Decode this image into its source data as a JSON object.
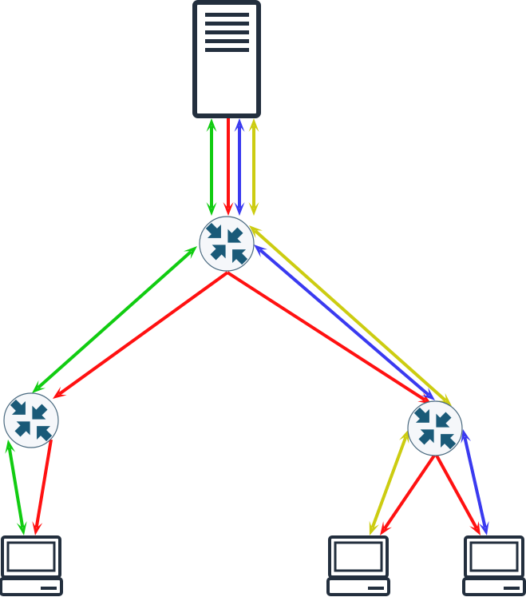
{
  "colors": {
    "green": "#11cc11",
    "red": "#ff1111",
    "blue": "#3a3af0",
    "yellow": "#cccc11",
    "device": "#232f3e",
    "router_fill": "#f5f7fa",
    "router_stroke": "#4a6a80",
    "router_arrow": "#1a5a78"
  },
  "nodes": [
    {
      "id": "server",
      "type": "server",
      "icon": "server-icon"
    },
    {
      "id": "router-core",
      "type": "router",
      "icon": "router-icon"
    },
    {
      "id": "router-left",
      "type": "router",
      "icon": "router-icon"
    },
    {
      "id": "router-right",
      "type": "router",
      "icon": "router-icon"
    },
    {
      "id": "client-1",
      "type": "computer",
      "icon": "computer-icon"
    },
    {
      "id": "client-2",
      "type": "computer",
      "icon": "computer-icon"
    },
    {
      "id": "client-3",
      "type": "computer",
      "icon": "computer-icon"
    }
  ],
  "links": [
    {
      "from": "router-core",
      "to": "server",
      "color": "green",
      "direction": "both"
    },
    {
      "from": "server",
      "to": "router-core",
      "color": "red",
      "direction": "one-way"
    },
    {
      "from": "router-core",
      "to": "server",
      "color": "blue",
      "direction": "both"
    },
    {
      "from": "router-core",
      "to": "server",
      "color": "yellow",
      "direction": "both"
    },
    {
      "from": "router-left",
      "to": "router-core",
      "color": "green",
      "direction": "both"
    },
    {
      "from": "router-core",
      "to": "router-left",
      "color": "red",
      "direction": "one-way"
    },
    {
      "from": "router-core",
      "to": "router-right",
      "color": "red",
      "direction": "one-way"
    },
    {
      "from": "router-right",
      "to": "router-core",
      "color": "blue",
      "direction": "both"
    },
    {
      "from": "router-right",
      "to": "router-core",
      "color": "yellow",
      "direction": "both"
    },
    {
      "from": "client-1",
      "to": "router-left",
      "color": "green",
      "direction": "both"
    },
    {
      "from": "router-left",
      "to": "client-1",
      "color": "red",
      "direction": "one-way"
    },
    {
      "from": "client-2",
      "to": "router-right",
      "color": "yellow",
      "direction": "both"
    },
    {
      "from": "router-right",
      "to": "client-2",
      "color": "red",
      "direction": "one-way"
    },
    {
      "from": "router-right",
      "to": "client-3",
      "color": "red",
      "direction": "one-way"
    },
    {
      "from": "client-3",
      "to": "router-right",
      "color": "blue",
      "direction": "both"
    }
  ]
}
